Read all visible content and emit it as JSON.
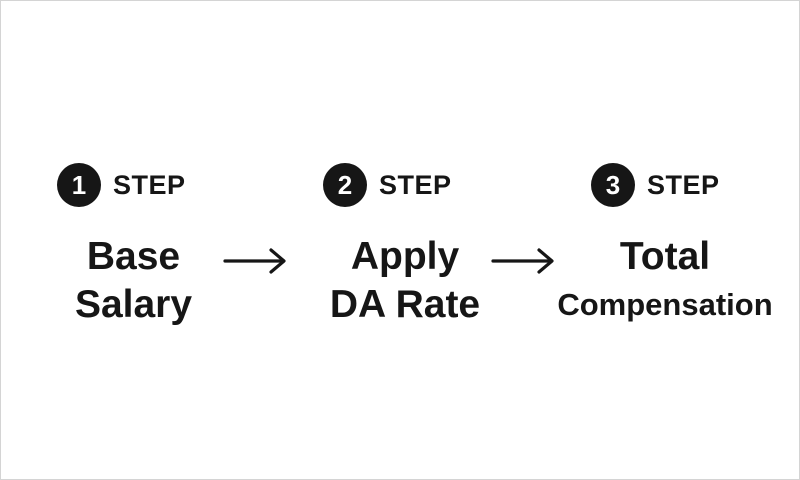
{
  "steps": [
    {
      "number": "1",
      "step_word": "STEP",
      "line1": "Base",
      "line2": "Salary"
    },
    {
      "number": "2",
      "step_word": "STEP",
      "line1": "Apply",
      "line2": "DA Rate"
    },
    {
      "number": "3",
      "step_word": "STEP",
      "line1": "Total",
      "line2": "Compensation"
    }
  ],
  "arrows": [
    {
      "icon": "right-arrow-icon"
    },
    {
      "icon": "right-arrow-icon"
    }
  ],
  "colors": {
    "foreground": "#161616",
    "background": "#ffffff",
    "border": "#d4d4d4"
  }
}
